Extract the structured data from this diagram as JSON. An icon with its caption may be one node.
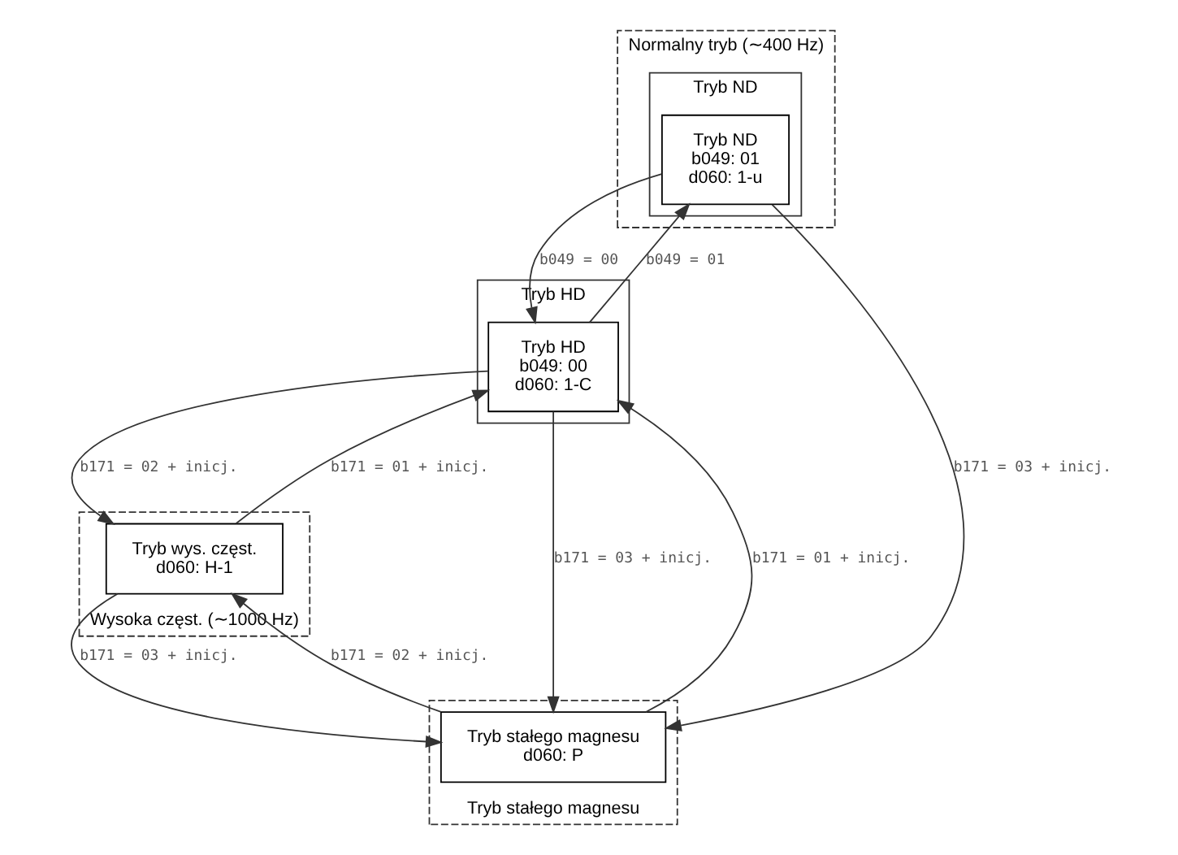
{
  "diagram": {
    "nodes": [
      {
        "text": [
          "Normalny tryb (∼400 Hz)"
        ]
      },
      {
        "text": [
          "Tryb HD"
        ]
      },
      {
        "text": [
          "Tryb HD",
          "b049: 00",
          "d060: 1-C"
        ],
        "in": 1
      },
      {
        "text": [
          "Tryb ND"
        ],
        "in": 0
      },
      {
        "text": [
          "Tryb ND",
          "b049: 01",
          "d060: 1-u"
        ],
        "in": 3
      },
      {
        "text": [
          "Wysoka częst. (∼1000 Hz)"
        ]
      },
      {
        "text": [
          "Tryb wys. częst.",
          "d060: H-1"
        ],
        "in": 5
      },
      {
        "text": [
          "Tryb stałego magnesu"
        ]
      },
      {
        "text": [
          "Tryb stałego magnesu",
          "d060: P"
        ],
        "in": 7
      }
    ],
    "edges": [
      {
        "from": 2,
        "to": 4,
        "arrow": "to",
        "label": "b049 = 01"
      },
      {
        "from": 4,
        "to": 2,
        "arrow": "to",
        "label": "b049 = 00"
      },
      {
        "from": 2,
        "to": 6,
        "arrow": "to",
        "label": "b171 = 02 + inicj."
      },
      {
        "from": 6,
        "to": 2,
        "arrow": "to",
        "label": "b171 = 01 + inicj."
      },
      {
        "from": 2,
        "to": 8,
        "arrow": "to",
        "label": "b171 = 03 + inicj."
      },
      {
        "from": 8,
        "to": 2,
        "arrow": "to",
        "label": "b171 = 01 + inicj."
      },
      {
        "from": 4,
        "to": 8,
        "arrow": "to",
        "label": "b171 = 03 + inicj."
      },
      {
        "from": 6,
        "to": 8,
        "arrow": "to",
        "label": "b171 = 03 + inicj."
      },
      {
        "from": 8,
        "to": 6,
        "arrow": "to",
        "label": "b171 = 02 + inicj."
      }
    ]
  }
}
